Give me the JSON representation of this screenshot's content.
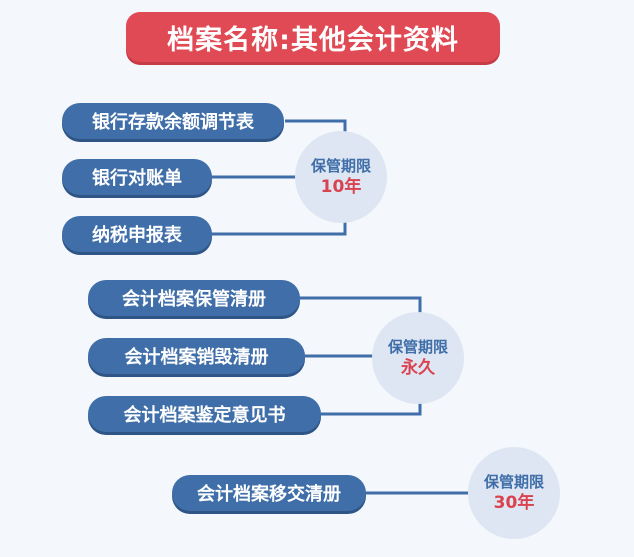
{
  "title": "档案名称:其他会计资料",
  "groups": [
    {
      "retention_label": "保管期限",
      "retention_period": "10年",
      "items": [
        "银行存款余额调节表",
        "银行对账单",
        "纳税申报表"
      ]
    },
    {
      "retention_label": "保管期限",
      "retention_period": "永久",
      "items": [
        "会计档案保管清册",
        "会计档案销毁清册",
        "会计档案鉴定意见书"
      ]
    },
    {
      "retention_label": "保管期限",
      "retention_period": "30年",
      "items": [
        "会计档案移交清册"
      ]
    }
  ],
  "colors": {
    "title_bg": "#e04a55",
    "pill_bg": "#3f6ea9",
    "circle_bg": "#dde6f2",
    "period_text": "#d9424e"
  }
}
